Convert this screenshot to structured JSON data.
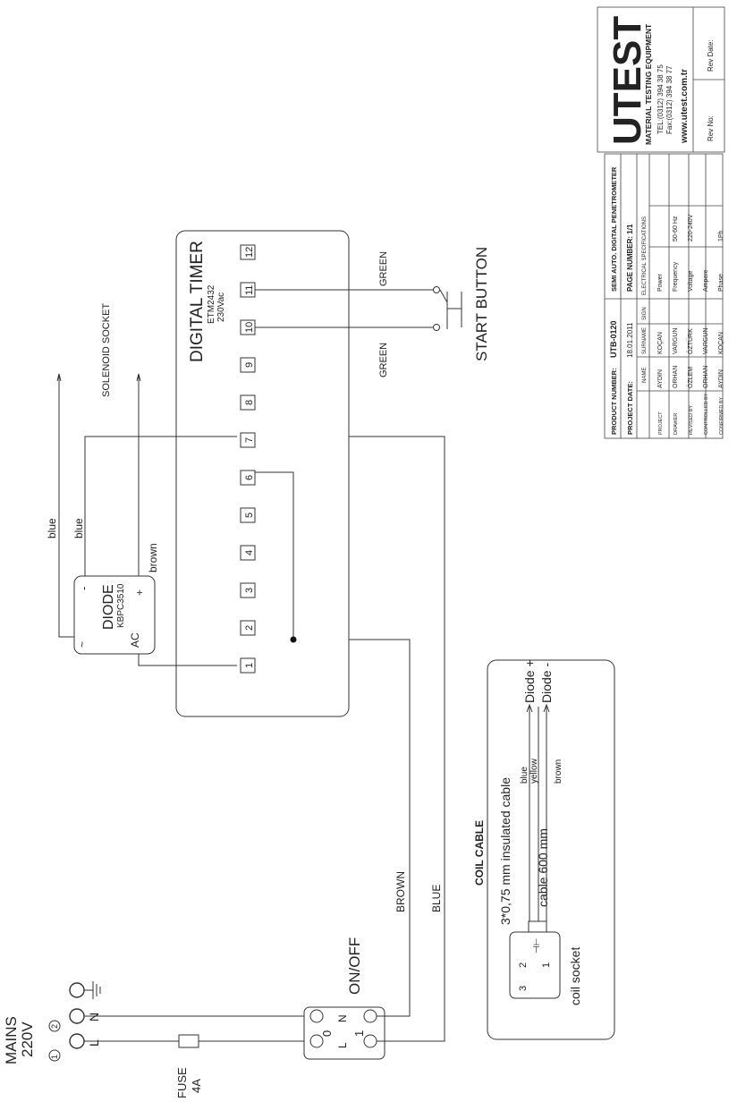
{
  "mains": {
    "label": "MAINS",
    "voltage": "220V",
    "circle1": "1",
    "circle2": "2",
    "n": "N",
    "l": "L"
  },
  "fuse": {
    "label": "FUSE",
    "rating": "4A"
  },
  "switch": {
    "label": "ON/OFF",
    "n": "N",
    "l": "L",
    "zero": "0",
    "one": "1"
  },
  "wires": {
    "brown_caps": "BROWN",
    "blue_caps": "BLUE",
    "blue1": "blue",
    "blue2": "blue",
    "brown": "brown",
    "green1": "GREEN",
    "green2": "GREEN"
  },
  "timer": {
    "title": "DIGITAL TIMER",
    "model": "ETM2432",
    "volt": "230Vac",
    "terminals": [
      "1",
      "2",
      "3",
      "4",
      "5",
      "6",
      "7",
      "8",
      "9",
      "10",
      "11",
      "12"
    ]
  },
  "diode": {
    "title": "DIODE",
    "model": "KBPC3510",
    "ac": "AC",
    "plus": "+",
    "minus": "-",
    "tilde": "~"
  },
  "solenoid": "SOLENOID SOCKET",
  "start": "START BUTTON",
  "coil": {
    "title": "COIL CABLE",
    "cable_desc": "3*0,75 mm insulated cable",
    "blue": "blue",
    "yellow": "yellow",
    "brown": "brown",
    "diode_plus": "Diode +",
    "diode_minus": "Diode -",
    "length": "cable 600 mm",
    "socket": "coil socket",
    "pin2": "2",
    "pin3": "3",
    "pin1": "1",
    "sym": "⊣⊢"
  },
  "titleblock": {
    "product_number_label": "PRODUCT NUMBER:",
    "product_number": "UTB-0120",
    "project_date_label": "PROJECT DATE:",
    "project_date": "18.01.2011",
    "product_name": "SEMI AUTO. DIGITAL PENETROMETER",
    "page_number": "PAGE NUMBER: 1/1",
    "hdr_name": "NAME",
    "hdr_surname": "SURNAME",
    "hdr_sign": "SIGN",
    "hdr_elec": "ELECTRICAL SPECIFICATIONS",
    "rows": [
      {
        "role": "PROJECT",
        "name": "AYDIN",
        "surname": "KOÇAN",
        "spec": "Power",
        "val": ""
      },
      {
        "role": "DRAWER",
        "name": "ORHAN",
        "surname": "VARGUN",
        "spec": "Frequency",
        "val": "50-60 Hz"
      },
      {
        "role": "REVISED BY",
        "name": "ÖZLEM",
        "surname": "ÖZTÜRK",
        "spec": "Voltage",
        "val": "220-240V"
      },
      {
        "role": "CONTROLLED BY",
        "name": "ORHAN",
        "surname": "VARGUN",
        "spec": "Ampere",
        "val": ""
      },
      {
        "role": "CONFIRMED BY",
        "name": "AYDIN",
        "surname": "KOÇAN",
        "spec": "Phase",
        "val": "1Ph"
      }
    ],
    "logo": "UTEST",
    "company": "MATERIAL TESTING EQUIPMENT",
    "tel": "TEL:(0312) 394 38 75",
    "fax": "Fax:(0312) 394 38 77",
    "web": "www.utest.com.tr",
    "rev_no": "Rev No:",
    "rev_date": "Rev Date:"
  }
}
